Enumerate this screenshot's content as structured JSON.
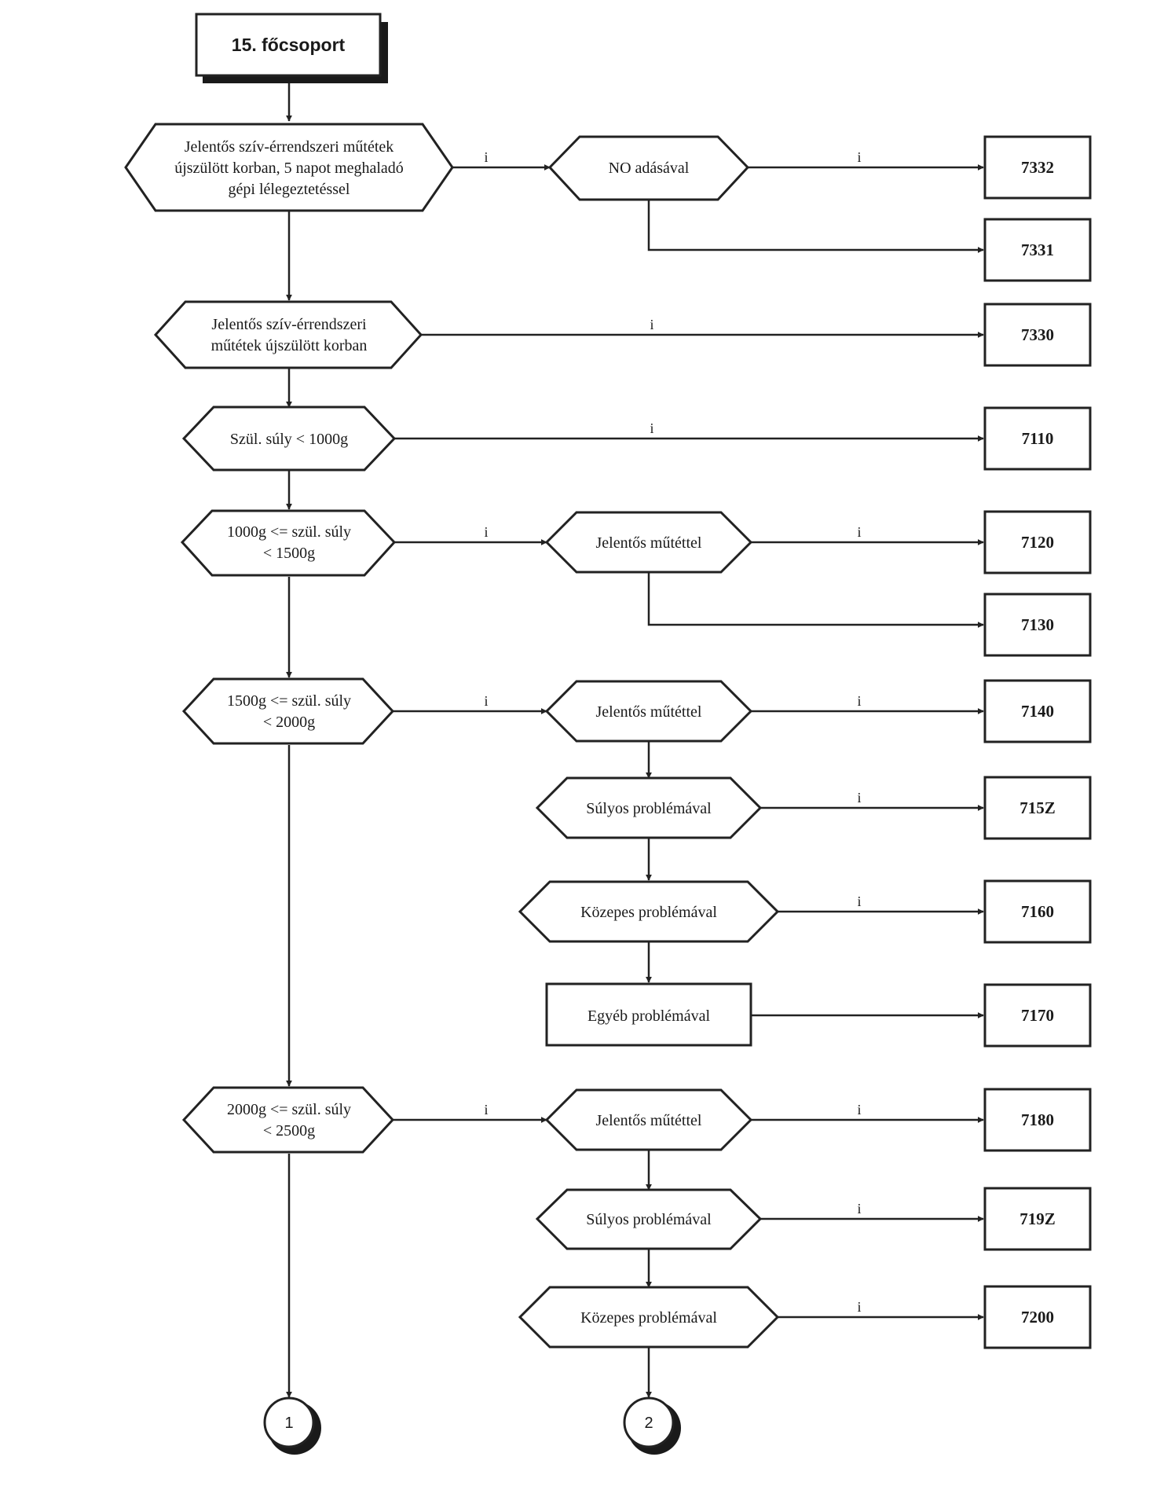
{
  "start": {
    "label": "15. főcsoport"
  },
  "decisions": [
    {
      "id": "d1",
      "lines": [
        "Jelentős szív-érrendszeri műtétek",
        "újszülött korban, 5 napot meghaladó",
        "gépi lélegeztetéssel"
      ]
    },
    {
      "id": "d1a",
      "lines": [
        "NO adásával"
      ]
    },
    {
      "id": "d2",
      "lines": [
        "Jelentős szív-érrendszeri",
        "műtétek újszülött korban"
      ]
    },
    {
      "id": "d3",
      "lines": [
        "Szül. súly < 1000g"
      ]
    },
    {
      "id": "d4",
      "lines": [
        "1000g <= szül. súly",
        "< 1500g"
      ]
    },
    {
      "id": "d4a",
      "lines": [
        "Jelentős műtéttel"
      ]
    },
    {
      "id": "d5",
      "lines": [
        "1500g <= szül. súly",
        "< 2000g"
      ]
    },
    {
      "id": "d5a",
      "lines": [
        "Jelentős műtéttel"
      ]
    },
    {
      "id": "d5b",
      "lines": [
        "Súlyos problémával"
      ]
    },
    {
      "id": "d5c",
      "lines": [
        "Közepes problémával"
      ]
    },
    {
      "id": "d6",
      "lines": [
        "2000g <= szül. súly",
        "< 2500g"
      ]
    },
    {
      "id": "d6a",
      "lines": [
        "Jelentős műtéttel"
      ]
    },
    {
      "id": "d6b",
      "lines": [
        "Súlyos problémával"
      ]
    },
    {
      "id": "d6c",
      "lines": [
        "Közepes problémával"
      ]
    }
  ],
  "process": {
    "label": "Egyéb problémával"
  },
  "outcomes": [
    "7332",
    "7331",
    "7330",
    "7110",
    "7120",
    "7130",
    "7140",
    "715Z",
    "7160",
    "7170",
    "7180",
    "719Z",
    "7200"
  ],
  "edge_label_yes": "i",
  "connectors": [
    "1",
    "2"
  ]
}
